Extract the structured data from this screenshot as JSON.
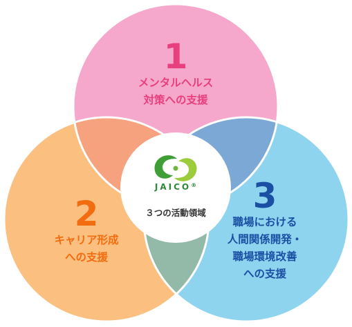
{
  "colors": {
    "circle_pink": "#f5a8cc",
    "circle_orange": "#fbbf7f",
    "circle_blue": "#8fd4ef",
    "overlap_pink_orange": "#f6a27e",
    "overlap_pink_blue": "#7ba8d4",
    "overlap_orange_blue": "#93b9a8",
    "center_disc": "#ffffff",
    "pink_text": "#e8407f",
    "orange_text": "#f26c10",
    "blue_text": "#1a4fa3",
    "center_text": "#333333",
    "logo_green_dark": "#3f9e35",
    "logo_green_light": "#9ccb3b",
    "logo_text": "#2c8a37"
  },
  "center": {
    "logo": {
      "name": "jaico-logo",
      "text": "JAICO",
      "mark": "®"
    },
    "caption": "３つの活動領域"
  },
  "areas": [
    {
      "number": "1",
      "lines": [
        "メンタルヘルス",
        "対策への支援"
      ]
    },
    {
      "number": "2",
      "lines": [
        "キャリア形成",
        "への支援"
      ]
    },
    {
      "number": "3",
      "lines": [
        "職場における",
        "人間関係開発・",
        "職場環境改善",
        "への支援"
      ]
    }
  ]
}
